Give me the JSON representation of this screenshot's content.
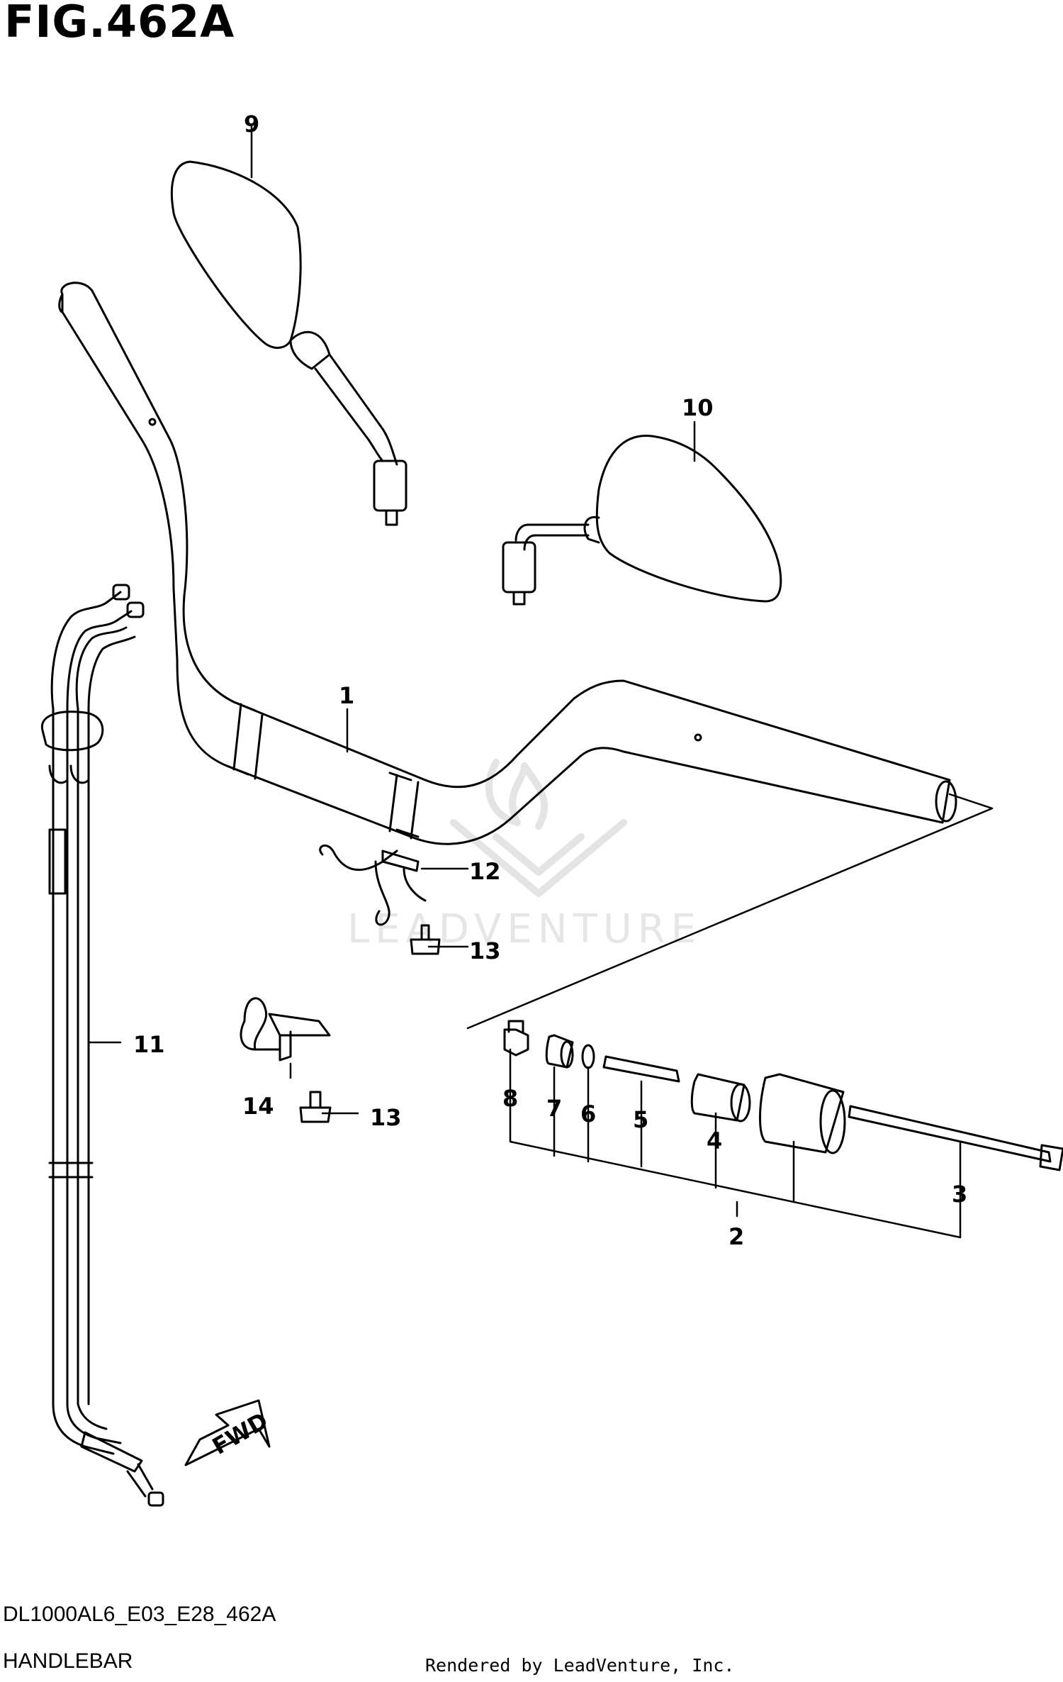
{
  "header": {
    "figure_title": "FIG.462A"
  },
  "footer": {
    "model_code": "DL1000AL6_E03_E28_462A",
    "section_name": "HANDLEBAR",
    "rendered_by": "Rendered by LeadVenture, Inc."
  },
  "watermark": {
    "text": "LEADVENTURE"
  },
  "fwd_arrow": {
    "label": "FWD"
  },
  "callouts": [
    {
      "id": "1",
      "part": "handlebar"
    },
    {
      "id": "2",
      "part": "balancer-assembly"
    },
    {
      "id": "3",
      "part": "balancer-screw"
    },
    {
      "id": "4",
      "part": "balancer-spacer"
    },
    {
      "id": "5",
      "part": "balancer-shaft"
    },
    {
      "id": "6",
      "part": "balancer-ring"
    },
    {
      "id": "7",
      "part": "balancer-bushing"
    },
    {
      "id": "8",
      "part": "balancer-nut"
    },
    {
      "id": "9",
      "part": "left-mirror"
    },
    {
      "id": "10",
      "part": "right-mirror"
    },
    {
      "id": "11",
      "part": "throttle-cable"
    },
    {
      "id": "12",
      "part": "cable-guide"
    },
    {
      "id": "13",
      "part": "bolt"
    },
    {
      "id": "14",
      "part": "cable-bracket"
    }
  ]
}
